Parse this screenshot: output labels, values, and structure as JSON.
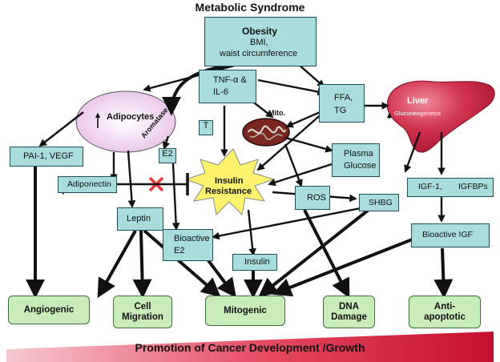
{
  "title": "Metabolic Syndrome",
  "obesity": {
    "heading": "Obesity",
    "line1": "BMI,",
    "line2": "waist circumference"
  },
  "tnf": {
    "line1": "TNF-α &",
    "line2": "IL-6"
  },
  "ffa": {
    "line1": "FFA,",
    "line2": "TG"
  },
  "liver": {
    "label": "Liver",
    "sub": "Gluconeogenesis"
  },
  "adipocytes": "Adipocytes",
  "aromatase": "Aromatase",
  "t_box": "T",
  "mito": "Mito.",
  "pai": "PAI-1, VEGF",
  "e2": "E2",
  "plasma_glucose": {
    "line1": "Plasma",
    "line2": "Glucose"
  },
  "insulin_resistance": {
    "line1": "Insulin",
    "line2": "Resistance"
  },
  "adiponectin": "Adiponectin",
  "ros": "ROS",
  "shbg": "SHBG",
  "igf": {
    "part1": "IGF-1,",
    "part2": "IGFBPs"
  },
  "leptin": "Leptin",
  "bioactive_e2": {
    "line1": "Bioactive",
    "line2": "E2"
  },
  "bioactive_igf": "Bioactive IGF",
  "insulin": "Insulin",
  "outcomes": {
    "angiogenic": "Angiogenic",
    "cell_migration": {
      "line1": "Cell",
      "line2": "Migration"
    },
    "mitogenic": "Mitogenic",
    "dna_damage": {
      "line1": "DNA",
      "line2": "Damage"
    },
    "anti_apoptotic": {
      "line1": "Anti-",
      "line2": "apoptotic"
    }
  },
  "banner": "Promotion of Cancer Development /Growth",
  "colors": {
    "box_fill": "#a9dcdc",
    "outcome_fill": "#c9ecbb",
    "adipocyte_fill": "#efd2ef",
    "liver_fill": "#d2344f",
    "starburst_fill": "#fff36e",
    "banner_red": "#d8193a",
    "block_x": "#e8383b"
  }
}
